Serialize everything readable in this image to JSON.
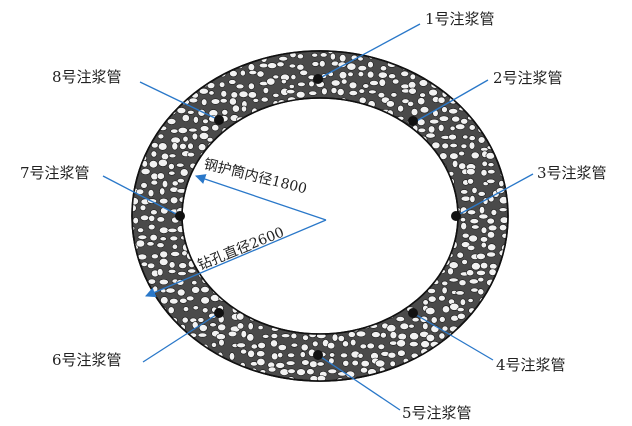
{
  "pipes": [
    {
      "label": "1号注浆管"
    },
    {
      "label": "2号注浆管"
    },
    {
      "label": "3号注浆管"
    },
    {
      "label": "4号注浆管"
    },
    {
      "label": "5号注浆管"
    },
    {
      "label": "6号注浆管"
    },
    {
      "label": "7号注浆管"
    },
    {
      "label": "8号注浆管"
    }
  ],
  "dimensions": {
    "casing_inner_diameter": "钢护筒内径1800",
    "borehole_diameter": "钻孔直径2600"
  },
  "colors": {
    "leader": "#2a78c9",
    "ring_fill": "#4a4a4a",
    "pebble": "#f2f2f2",
    "pipe_dot": "#111111"
  }
}
